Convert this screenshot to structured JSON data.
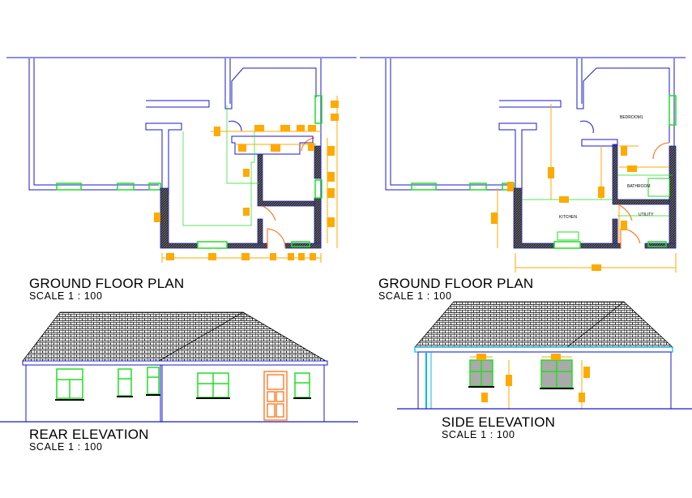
{
  "colors": {
    "wall": "#1a1acc",
    "wall_fill": "#555555",
    "window": "#22dd22",
    "dimension": "#ffaa00",
    "door_swing": "#ff6600",
    "gutter": "#00bbee",
    "glass": "#aaaaaa",
    "ground": "#1a1acc"
  },
  "views": {
    "ground_floor_plan_1": {
      "title": "GROUND FLOOR PLAN",
      "scale": "SCALE 1 : 100"
    },
    "ground_floor_plan_2": {
      "title": "GROUND FLOOR PLAN",
      "scale": "SCALE 1 : 100",
      "rooms": {
        "bedroom": "BEDROOM1",
        "bathroom": "BATHROOM",
        "kitchen": "KITCHEN",
        "utility": "UTILITY"
      }
    },
    "rear_elevation": {
      "title": "REAR ELEVATION",
      "scale": "SCALE 1 : 100"
    },
    "side_elevation": {
      "title": "SIDE ELEVATION",
      "scale": "SCALE 1 : 100"
    }
  }
}
